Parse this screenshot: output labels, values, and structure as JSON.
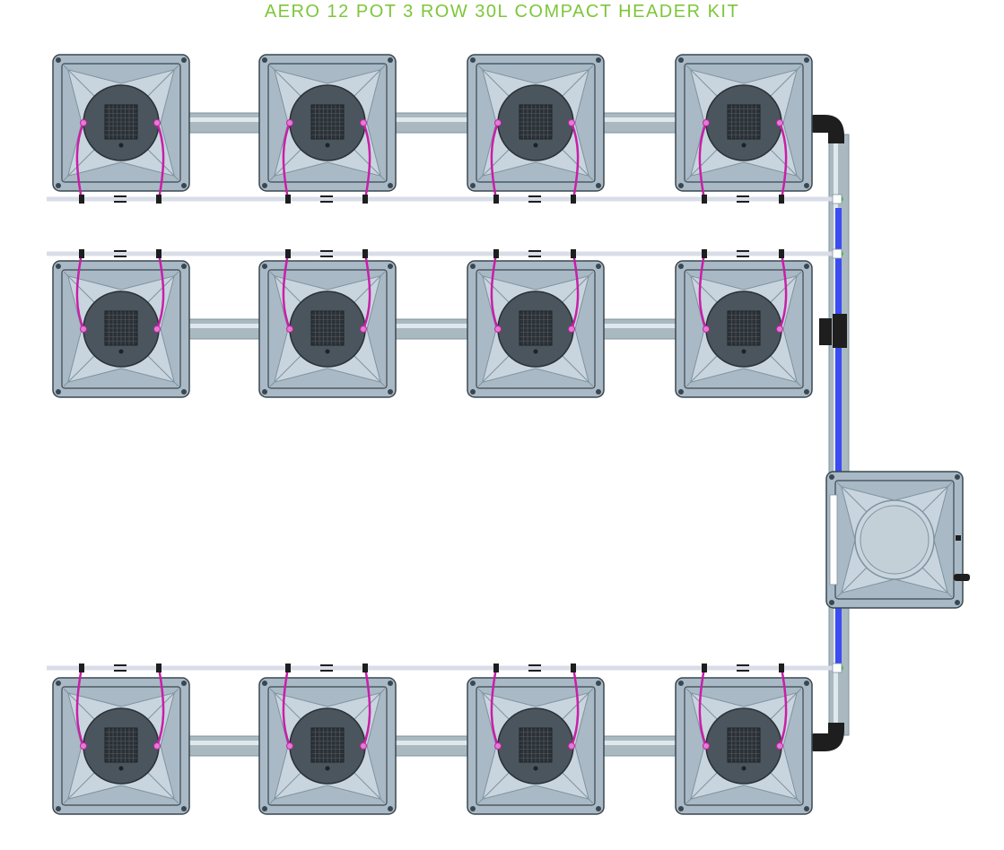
{
  "title": "AERO 12 POT 3 ROW 30L COMPACT HEADER KIT",
  "colors": {
    "title": "#7dc63a",
    "pot_body": "#a9bac6",
    "pot_light": "#c9d5de",
    "pot_dark": "#7f929f",
    "pot_outline": "#3a4750",
    "lid": "#4a555d",
    "mesh": "#2b3136",
    "pipe": "#aab9c0",
    "pipe_highlight": "#dfe8ec",
    "tube": "#c81fa8",
    "header_pipe": "#3a4cf2",
    "feed_line": "#d9dde8",
    "connector": "#1e1e1e",
    "fitting_green": "#3cc23c"
  },
  "layout": {
    "rows": 3,
    "pots_per_row": 4
  }
}
